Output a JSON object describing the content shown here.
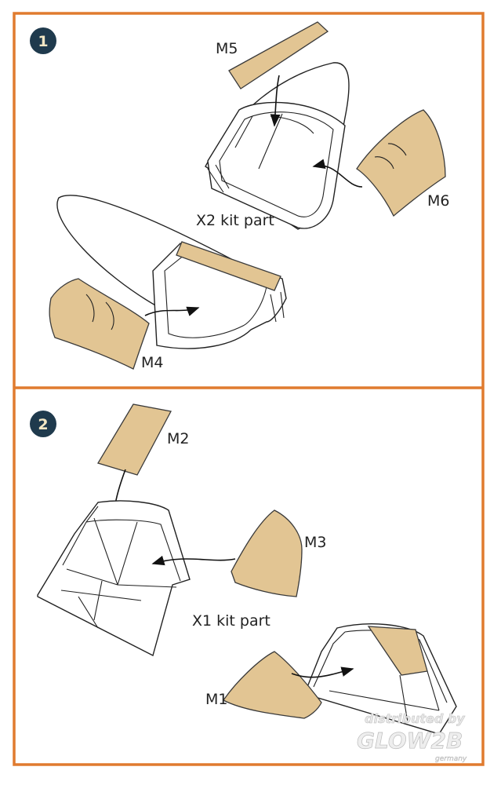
{
  "colors": {
    "border": "#e07b2f",
    "badge": "#1f3a4d",
    "mask": "#e2c593"
  },
  "steps": [
    {
      "number": "1",
      "labels": {
        "m5": "M5",
        "m6": "M6",
        "m4": "M4",
        "part": "X2 kit part"
      }
    },
    {
      "number": "2",
      "labels": {
        "m2": "M2",
        "m3": "M3",
        "m1": "M1",
        "part": "X1 kit part"
      }
    }
  ],
  "watermark": {
    "line1": "distributed by",
    "line2": "GLOW2B",
    "line3": "germany"
  }
}
